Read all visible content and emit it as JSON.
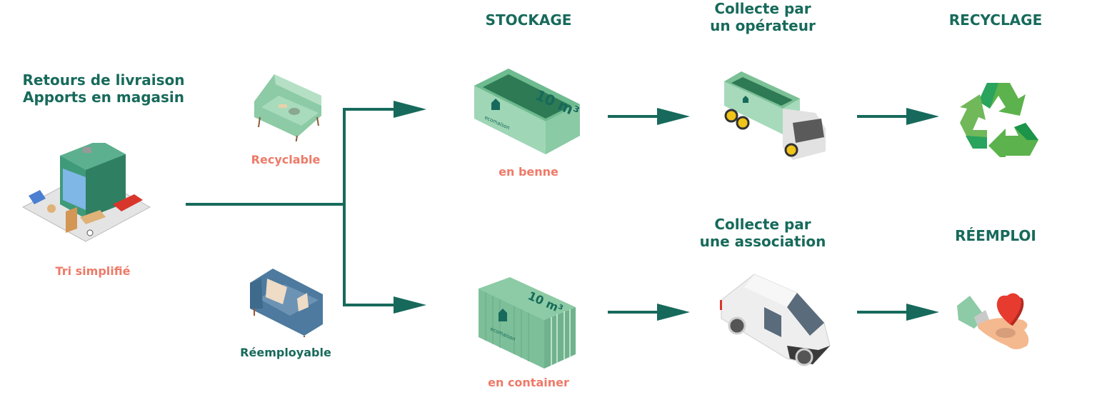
{
  "colors": {
    "primary": "#176a5b",
    "accent": "#ee7a68",
    "light_green": "#8ccba5"
  },
  "source": {
    "title_line1": "Retours de livraison",
    "title_line2": "Apports en magasin",
    "caption": "Tri simplifié",
    "icon": "store-icon"
  },
  "categories": [
    {
      "label": "Recyclable",
      "icon": "worn-sofa-icon"
    },
    {
      "label": "Réemployable",
      "icon": "blue-sofa-icon"
    }
  ],
  "stages": {
    "storage": {
      "title": "STOCKAGE",
      "benne": {
        "caption": "en benne",
        "volume": "10 m³",
        "brand": "ecomaison",
        "icon": "dumpster-icon"
      },
      "container": {
        "caption": "en container",
        "volume": "10 m³",
        "brand": "ecomaison",
        "icon": "shipping-container-icon"
      }
    },
    "collect_operator": {
      "title_line1": "Collecte par",
      "title_line2": "un opérateur",
      "icon": "dump-truck-icon"
    },
    "collect_association": {
      "title_line1": "Collecte par",
      "title_line2": "une association",
      "icon": "van-icon"
    },
    "recycling": {
      "title": "RECYCLAGE",
      "icon": "recycle-icon"
    },
    "reuse": {
      "title": "RÉEMPLOI",
      "icon": "hand-heart-icon"
    }
  }
}
